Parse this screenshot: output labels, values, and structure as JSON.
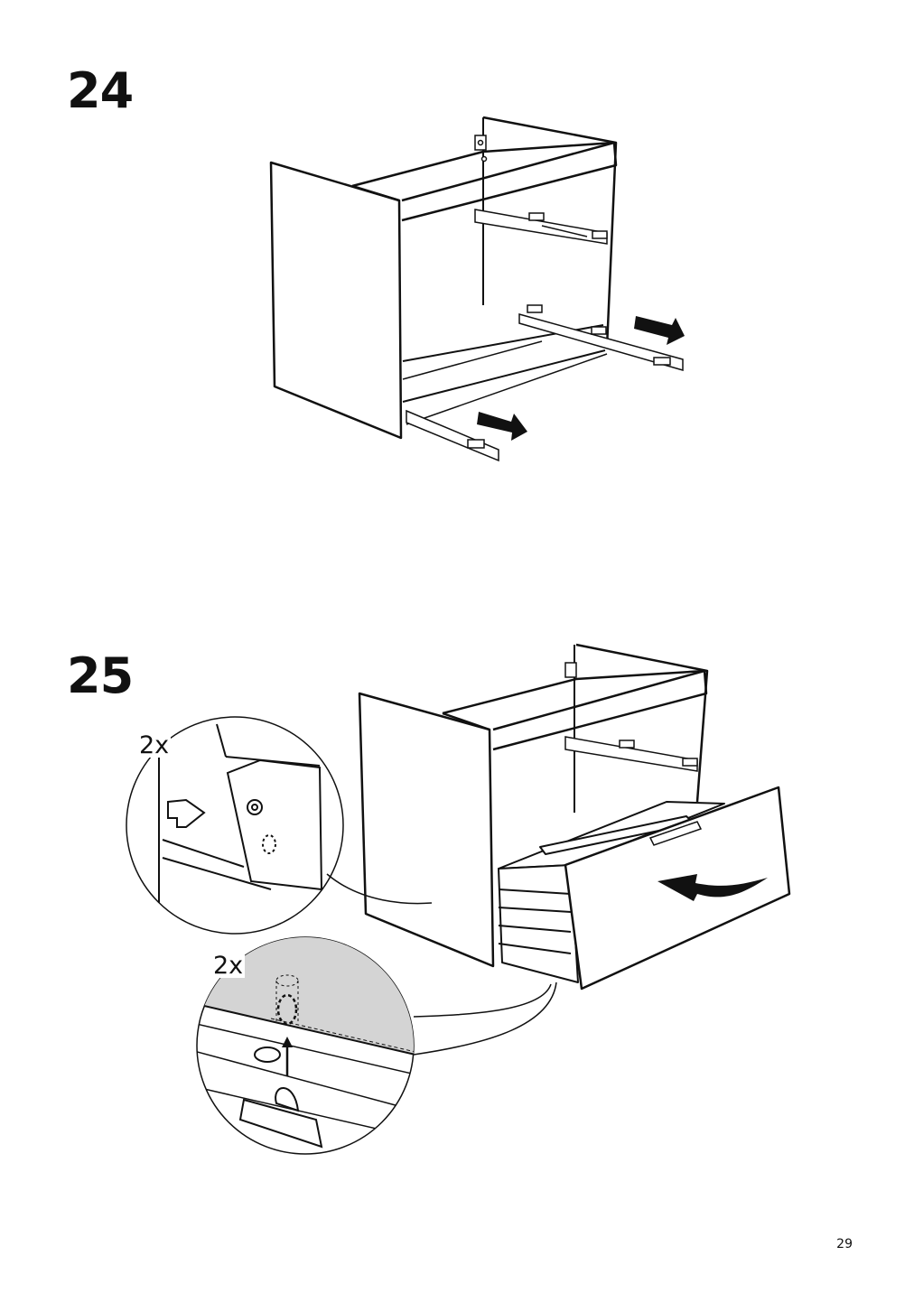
{
  "steps": [
    {
      "number": "24"
    },
    {
      "number": "25",
      "callouts": [
        "2x",
        "2x"
      ]
    }
  ],
  "page_number": "29",
  "colors": {
    "ink": "#111111",
    "detail_shade": "#d4d4d4",
    "paper": "#ffffff"
  },
  "icons": [
    "pull-arrow",
    "push-arrow",
    "drawer-runner",
    "clip-detail"
  ]
}
